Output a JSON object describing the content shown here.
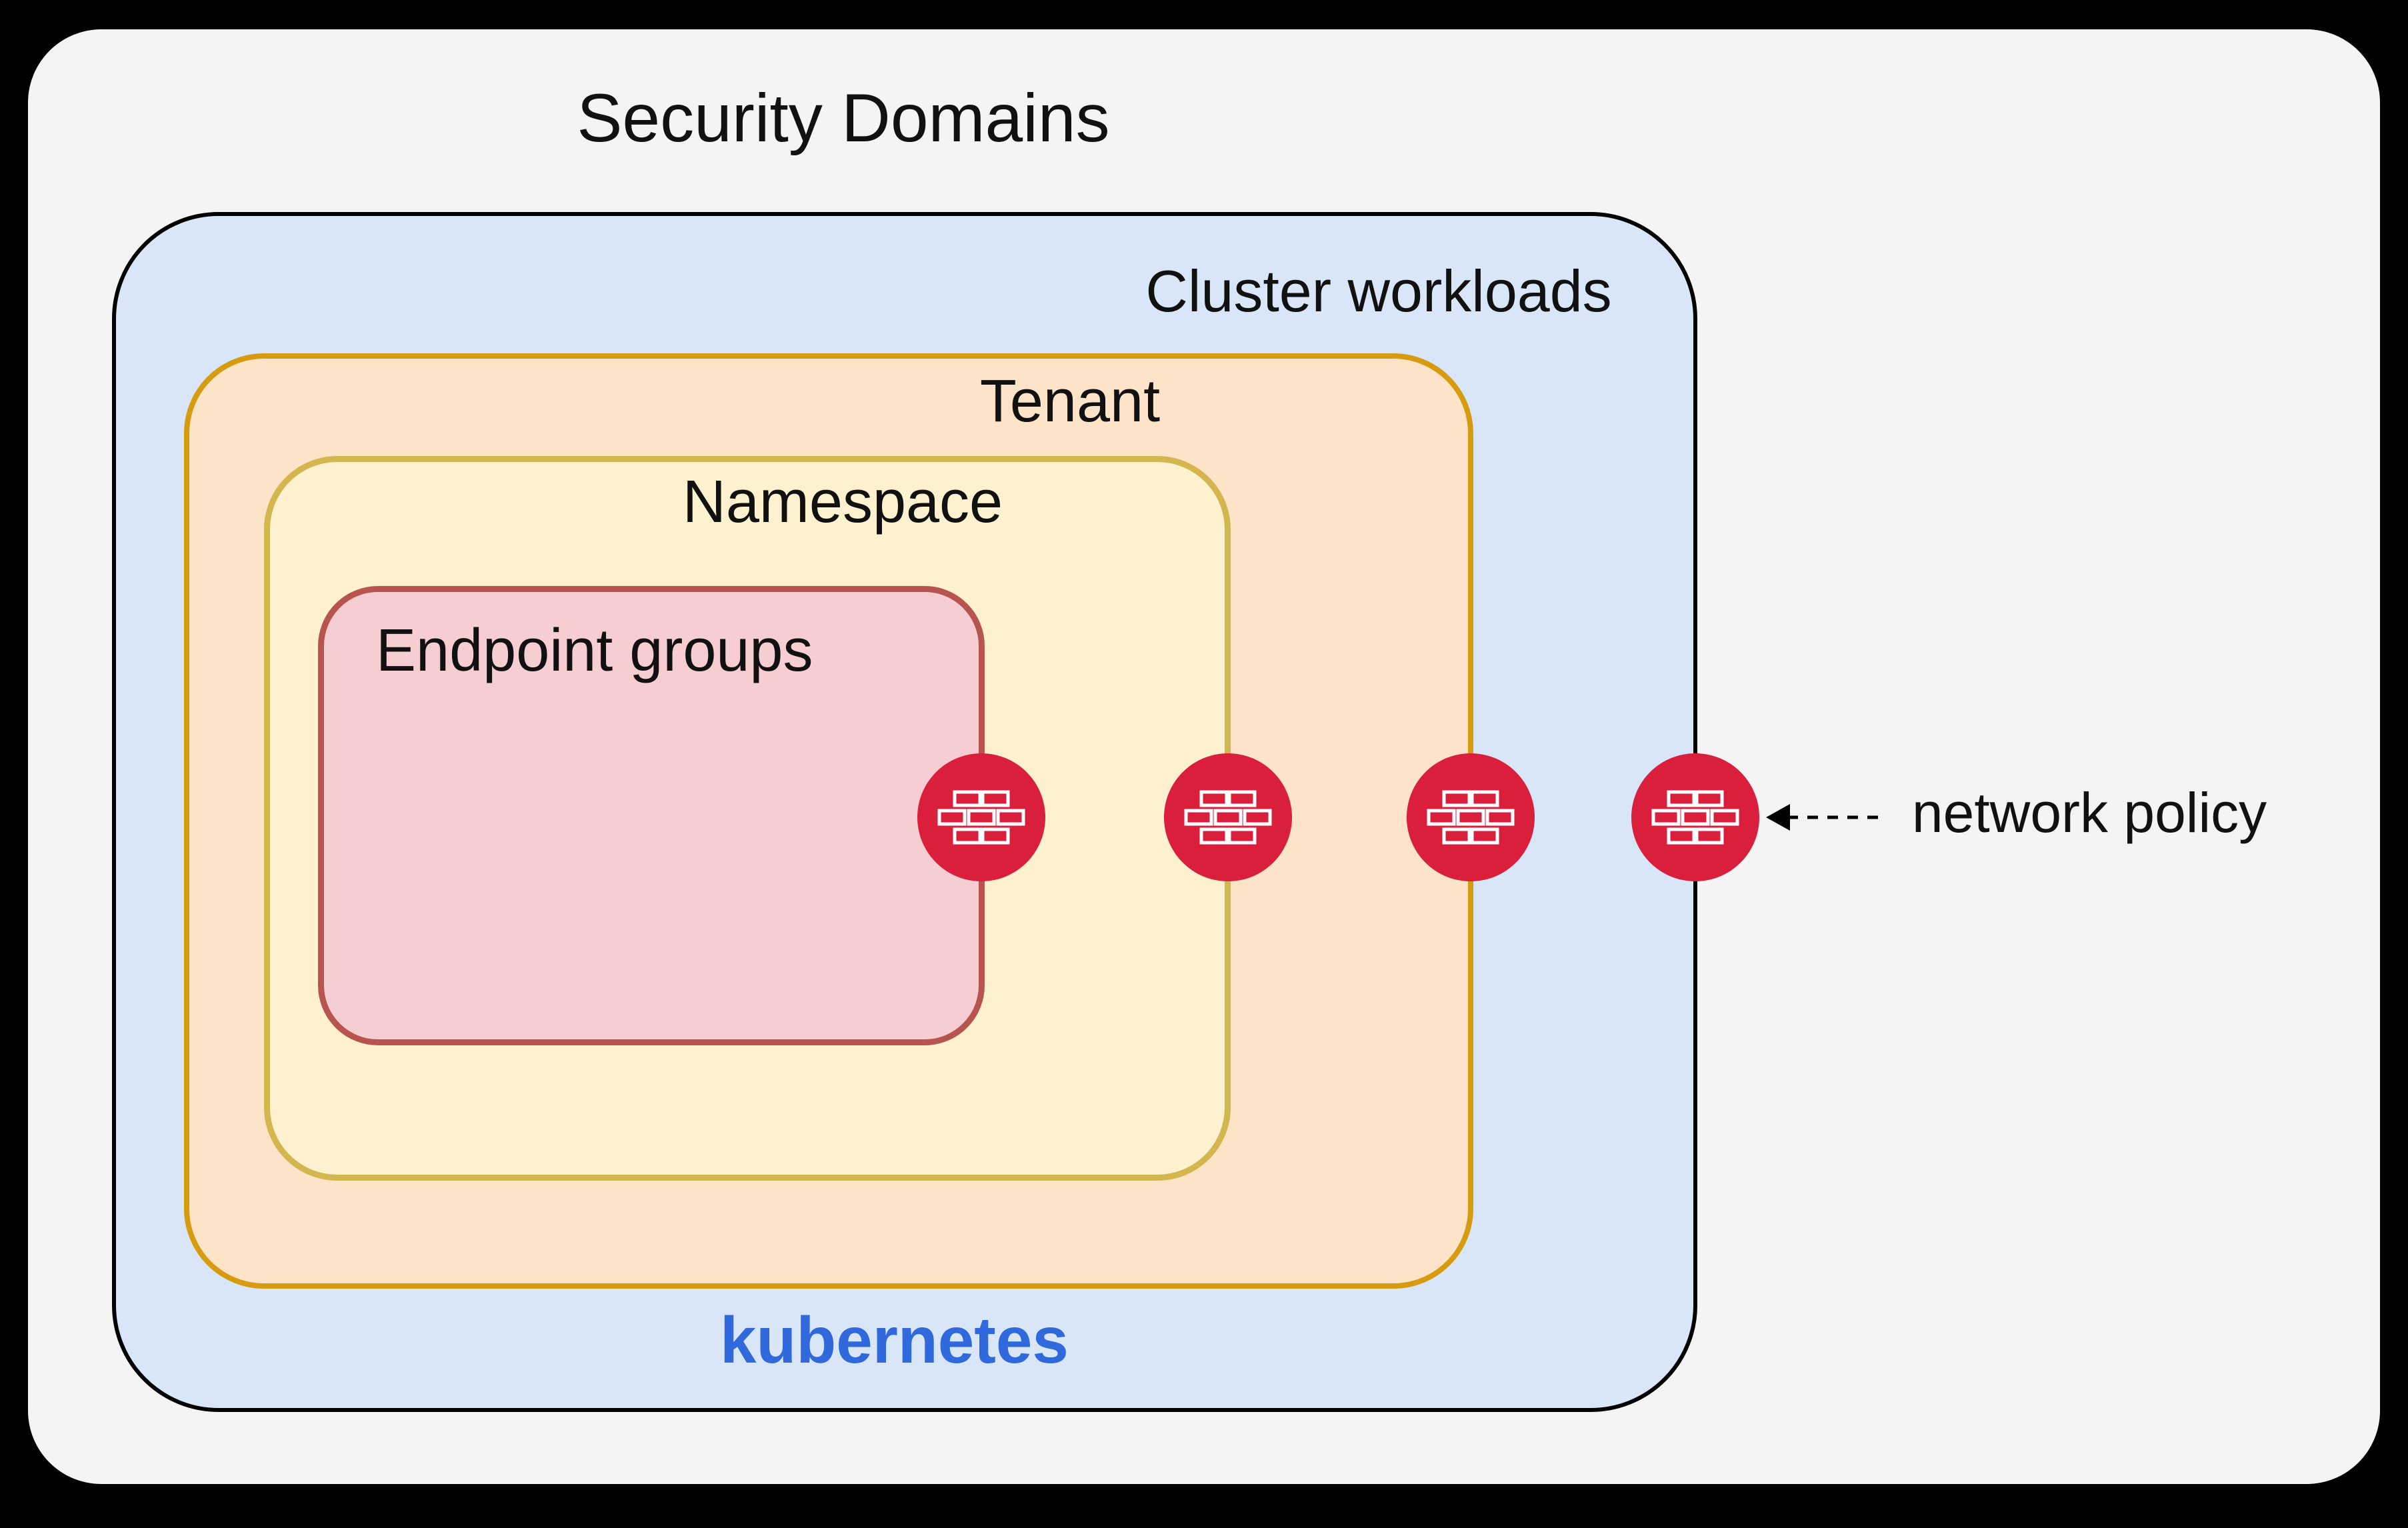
{
  "title": "Security Domains",
  "boxes": {
    "cluster": {
      "label": "Cluster workloads",
      "sublabel": "kubernetes"
    },
    "tenant": {
      "label": "Tenant"
    },
    "namespace": {
      "label": "Namespace"
    },
    "endpoint_groups": {
      "label": "Endpoint groups"
    }
  },
  "annotation": {
    "label": "network policy"
  },
  "firewalls": {
    "icon": "firewall-brick-wall-icon",
    "count": 4,
    "boundaries": [
      "endpoint-groups",
      "namespace",
      "tenant",
      "cluster-workloads"
    ]
  },
  "colors": {
    "background": "#000000",
    "panel": "#f4f4f4",
    "cluster_fill": "#d9e6f8",
    "cluster_border": "#000000",
    "tenant_fill": "#fde4c9",
    "tenant_border": "#d79b0f",
    "namespace_fill": "#fdf1cf",
    "namespace_border": "#d3b64e",
    "endpoint_fill": "#f6ced2",
    "endpoint_border": "#b85450",
    "firewall_red": "#d91f3b",
    "kubernetes_blue": "#3069db",
    "text": "#111111"
  }
}
